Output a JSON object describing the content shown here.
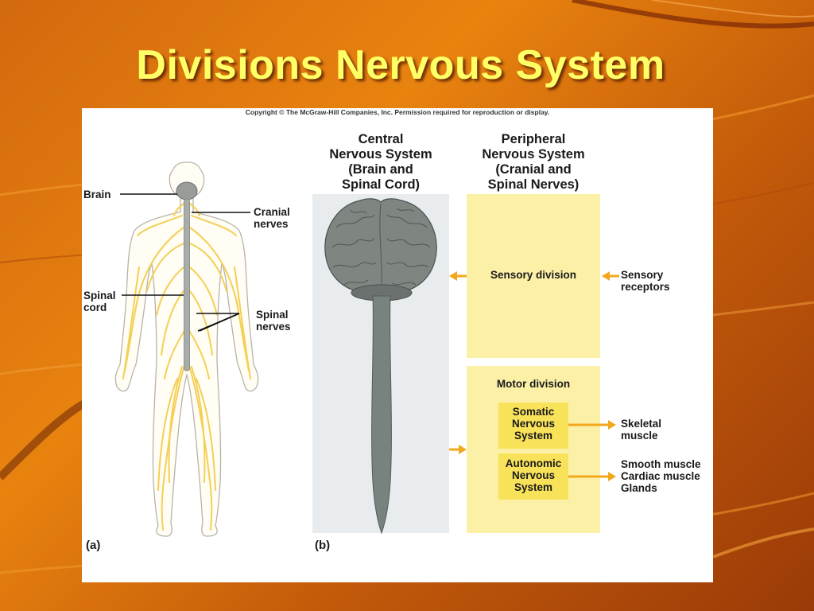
{
  "slide": {
    "title": "Divisions Nervous System"
  },
  "figure": {
    "copyright": "Copyright © The McGraw-Hill Companies, Inc. Permission required for reproduction or display.",
    "panel_a": {
      "tag": "(a)",
      "labels": {
        "brain": "Brain",
        "cranial_nerves": "Cranial\nnerves",
        "spinal_cord": "Spinal\ncord",
        "spinal_nerves": "Spinal\nnerves"
      }
    },
    "panel_b": {
      "tag": "(b)",
      "cns_header": "Central\nNervous System\n(Brain and\nSpinal Cord)",
      "pns_header": "Peripheral\nNervous System\n(Cranial and\nSpinal Nerves)",
      "sensory_division": "Sensory division",
      "sensory_receptors": "Sensory\nreceptors",
      "motor_division": "Motor division",
      "somatic": "Somatic\nNervous\nSystem",
      "autonomic": "Autonomic\nNervous\nSystem",
      "skeletal_muscle": "Skeletal\nmuscle",
      "autonomic_targets": "Smooth muscle\nCardiac muscle\nGlands"
    },
    "colors": {
      "pns_panel": "#fbf0a6",
      "cns_panel": "#e8ecee",
      "subsystem_box": "#f8e25a",
      "arrow": "#f2a81e",
      "nerves": "#f4cf55"
    }
  }
}
